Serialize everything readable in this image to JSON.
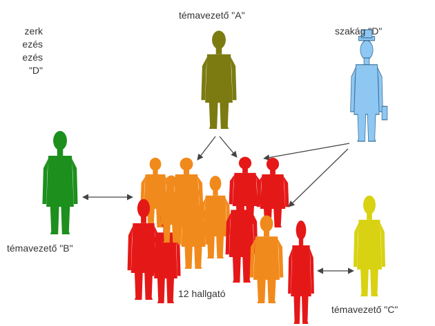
{
  "labels": {
    "advisor_a": "témavezető \"A\"",
    "specialty_d": "szakág \"D\"",
    "advisor_b": "témavezető \"B\"",
    "advisor_c": "témavezető \"C\"",
    "students": "12 hallgató",
    "left_cut_lines": [
      "zerk",
      "ezés",
      "ezés",
      "\"D\""
    ]
  },
  "colors": {
    "advisor_a": "#7b7b12",
    "specialty_d": "#8ec8f2",
    "advisor_b": "#1d8f1d",
    "advisor_c": "#d8d212",
    "students_orange": "#f18a1c",
    "students_red": "#e51818",
    "arrow": "#444444"
  }
}
